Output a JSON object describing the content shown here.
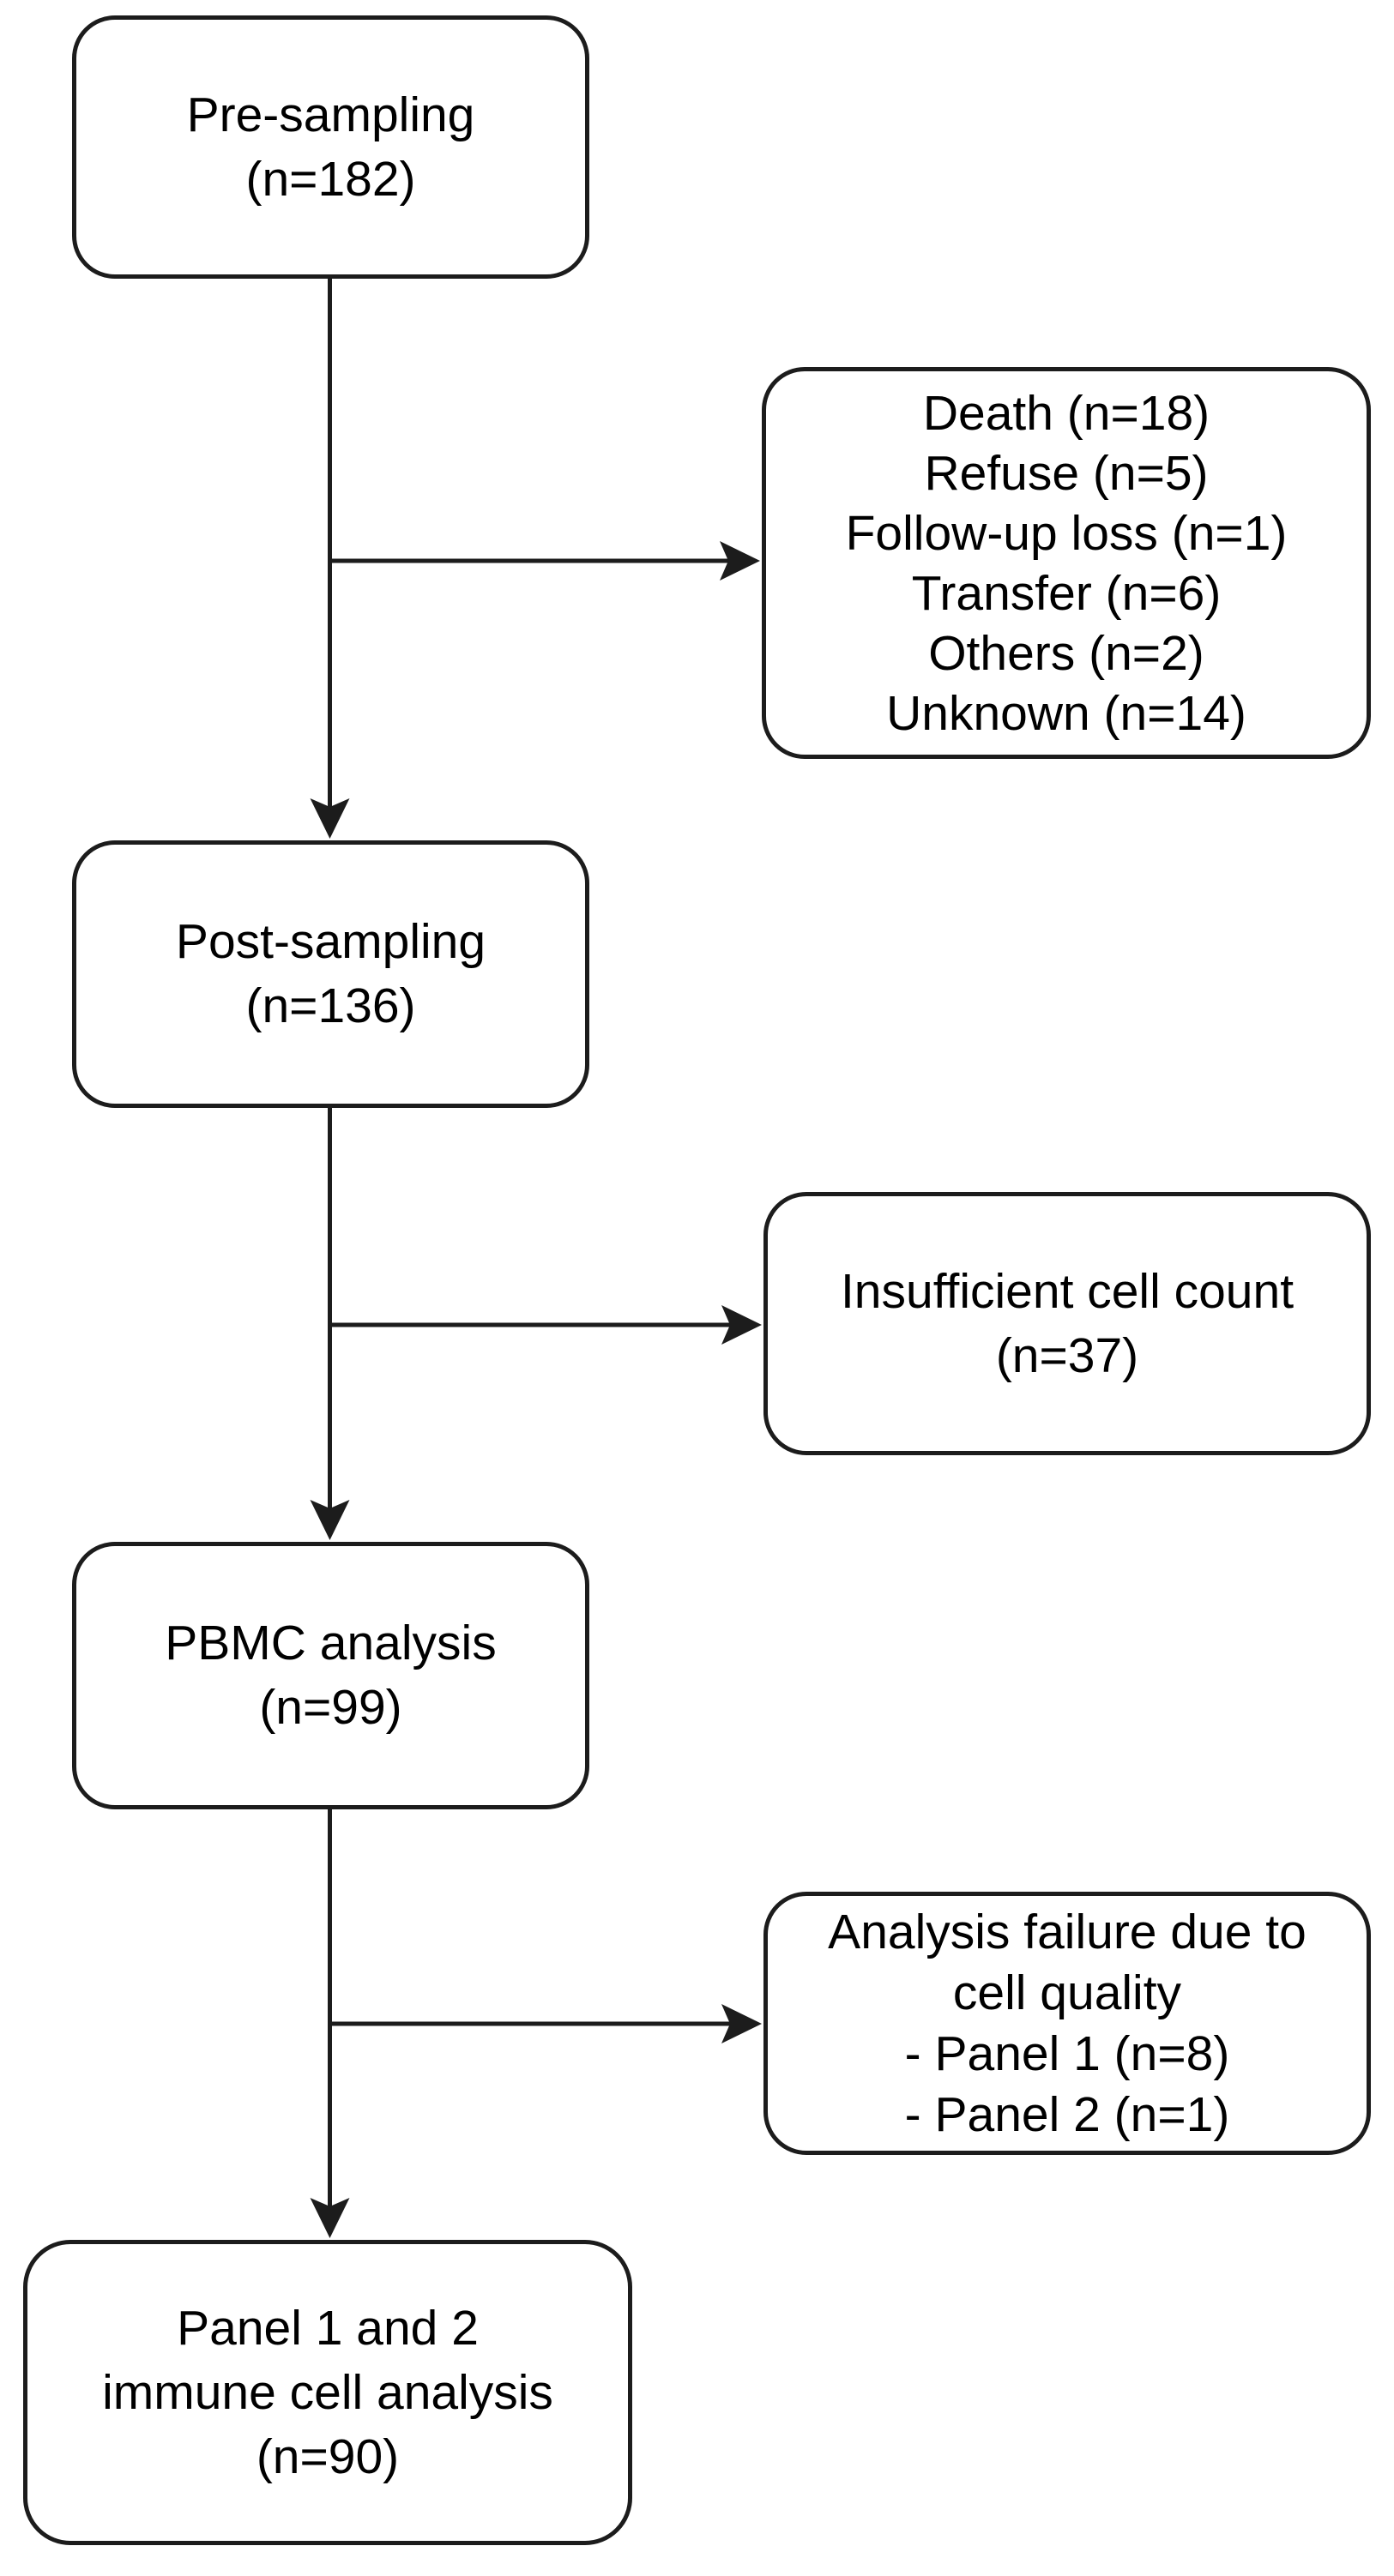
{
  "colors": {
    "background": "#ffffff",
    "line": "#1c1c1c",
    "text": "#000000"
  },
  "flowchart": {
    "main_boxes": [
      {
        "id": "pre-sampling",
        "lines": [
          "Pre-sampling",
          "(n=182)"
        ]
      },
      {
        "id": "post-sampling",
        "lines": [
          "Post-sampling",
          "(n=136)"
        ]
      },
      {
        "id": "pbmc-analysis",
        "lines": [
          "PBMC analysis",
          "(n=99)"
        ]
      },
      {
        "id": "final-analysis",
        "lines": [
          "Panel 1 and 2",
          "immune cell analysis",
          "(n=90)"
        ]
      }
    ],
    "exclusion_boxes": [
      {
        "id": "exclusions-pre-sampling",
        "lines": [
          "Death (n=18)",
          "Refuse (n=5)",
          "Follow-up loss (n=1)",
          "Transfer (n=6)",
          "Others (n=2)",
          "Unknown (n=14)"
        ]
      },
      {
        "id": "exclusions-insufficient-cells",
        "lines": [
          "Insufficient cell count",
          "(n=37)"
        ]
      },
      {
        "id": "exclusions-analysis-failure",
        "lines": [
          "Analysis failure due to",
          "cell quality",
          "- Panel 1 (n=8)",
          "- Panel 2 (n=1)"
        ]
      }
    ]
  }
}
